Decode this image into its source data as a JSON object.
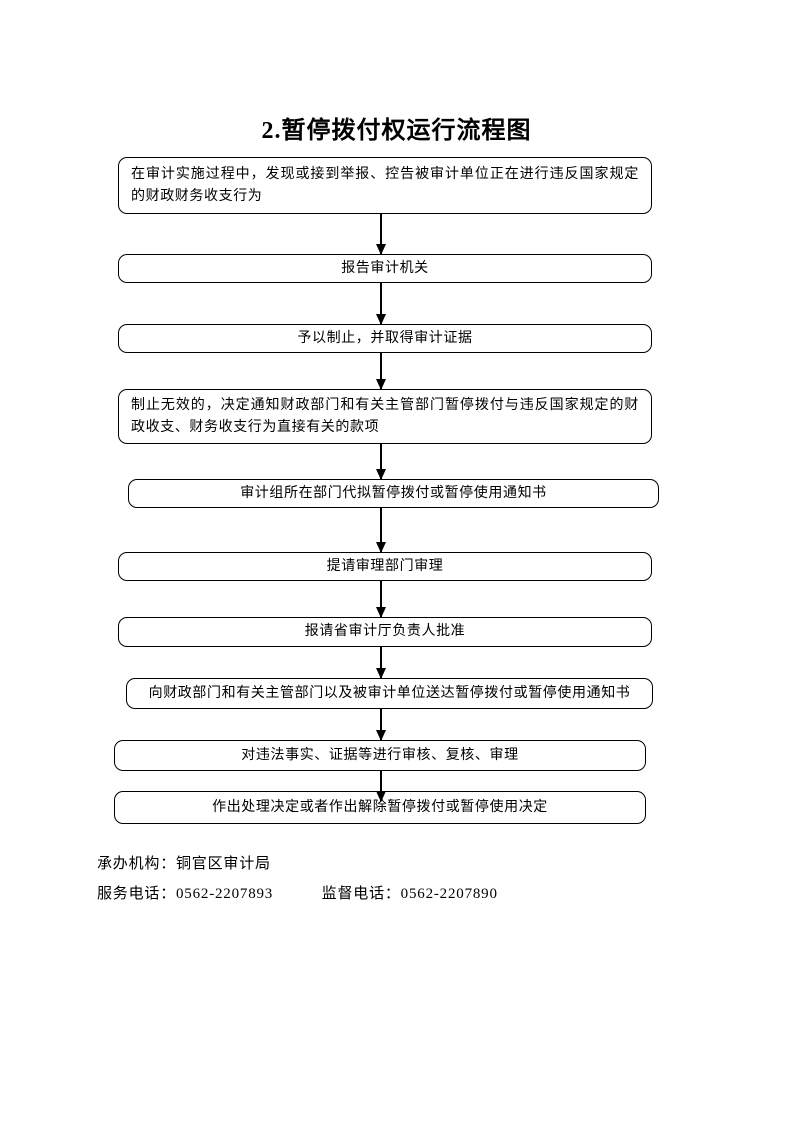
{
  "page": {
    "title": "2.暂停拨付权运行流程图"
  },
  "flowchart": {
    "steps": [
      {
        "text": "在审计实施过程中，发现或接到举报、控告被审计单位正在进行违反国家规定的财政财务收支行为"
      },
      {
        "text": "报告审计机关"
      },
      {
        "text": "予以制止，并取得审计证据"
      },
      {
        "text": "制止无效的，决定通知财政部门和有关主管部门暂停拨付与违反国家规定的财政收支、财务收支行为直接有关的款项"
      },
      {
        "text": "审计组所在部门代拟暂停拨付或暂停使用通知书"
      },
      {
        "text": "提请审理部门审理"
      },
      {
        "text": "报请省审计厅负责人批准"
      },
      {
        "text": "向财政部门和有关主管部门以及被审计单位送达暂停拨付或暂停使用通知书"
      },
      {
        "text": "对违法事实、证据等进行审核、复核、审理"
      },
      {
        "text": "作出处理决定或者作出解除暂停拨付或暂停使用决定"
      }
    ]
  },
  "footer": {
    "agency": "承办机构：铜官区审计局",
    "service_phone": "服务电话：0562-2207893",
    "supervision_phone": "监督电话：0562-2207890"
  },
  "colors": {
    "ink": "#000000",
    "background": "#ffffff"
  }
}
